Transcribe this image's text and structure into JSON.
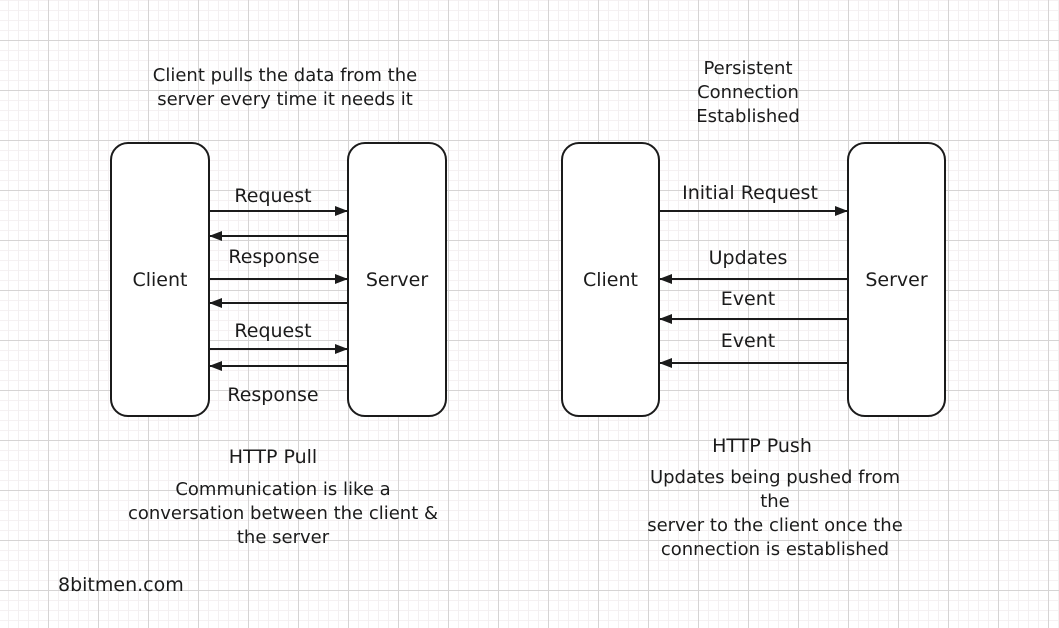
{
  "page": {
    "watermark": "8bitmen.com"
  },
  "colors": {
    "ink": "#1b1b1b",
    "grid_minor": "#f4f0f1",
    "grid_major": "#d6d4d4",
    "box_fill": "#ffffff"
  },
  "http_pull": {
    "title": "Client pulls the data from the\nserver every time it needs it",
    "client_label": "Client",
    "server_label": "Server",
    "labels": [
      "Request",
      "Response",
      "Request",
      "Response"
    ],
    "arrow_sequence": [
      "client-to-server",
      "server-to-client",
      "client-to-server",
      "server-to-client",
      "client-to-server",
      "server-to-client"
    ],
    "caption_title": "HTTP Pull",
    "caption_body": "Communication is like a\nconversation between the client &\nthe server"
  },
  "http_push": {
    "title": "Persistent\nConnection\nEstablished",
    "client_label": "Client",
    "server_label": "Server",
    "labels": [
      "Initial Request",
      "Updates",
      "Event",
      "Event"
    ],
    "arrow_sequence": [
      "client-to-server",
      "server-to-client",
      "server-to-client",
      "server-to-client"
    ],
    "caption_title": "HTTP Push",
    "caption_body": "Updates being pushed from the\nserver to the client once the\nconnection is established"
  }
}
